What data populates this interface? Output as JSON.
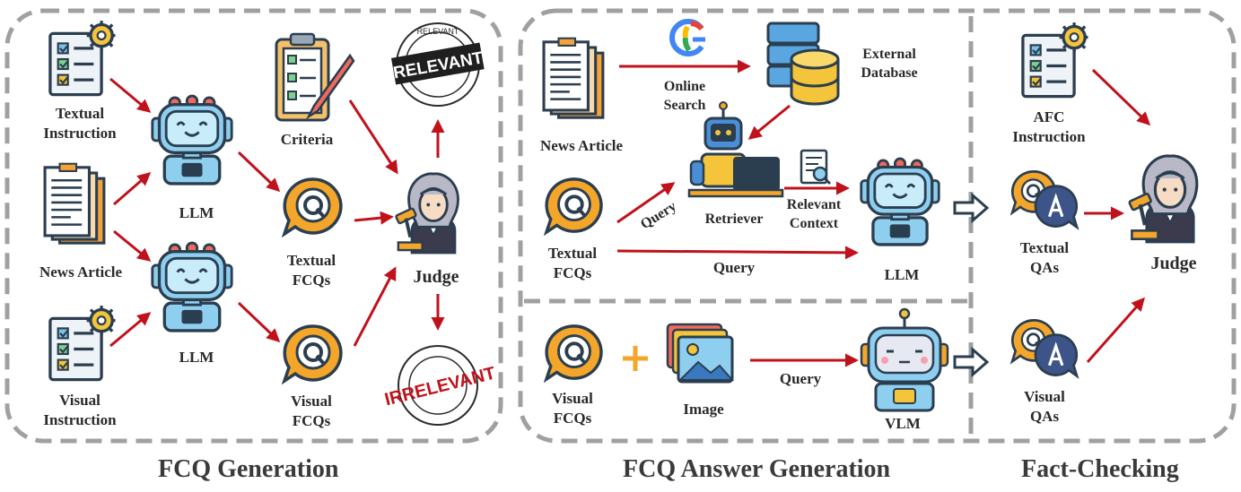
{
  "sections": {
    "generation": "FCQ Generation",
    "answer": "FCQ Answer Generation",
    "factcheck": "Fact-Checking"
  },
  "gen": {
    "textual_instruction": [
      "Textual",
      "Instruction"
    ],
    "news_article": "News Article",
    "visual_instruction": [
      "Visual",
      "Instruction"
    ],
    "llm_top": "LLM",
    "llm_bottom": "LLM",
    "criteria": "Criteria",
    "textual_fcqs": [
      "Textual",
      "FCQs"
    ],
    "visual_fcqs": [
      "Visual",
      "FCQs"
    ],
    "judge": "Judge",
    "stamp_relevant": "RELEVANT",
    "stamp_relevant_ring": "RELEVANT",
    "stamp_irrelevant": "IRRELEVANT"
  },
  "ans": {
    "news_article": "News Article",
    "online_search": [
      "Online",
      "Search"
    ],
    "external_database": [
      "External",
      "Database"
    ],
    "retriever": "Retriever",
    "relevant_context": [
      "Relevant",
      "Context"
    ],
    "textual_fcqs": [
      "Textual",
      "FCQs"
    ],
    "query_diag": "Query",
    "query_main": "Query",
    "llm": "LLM",
    "visual_fcqs": [
      "Visual",
      "FCQs"
    ],
    "image": "Image",
    "query_vlm": "Query",
    "vlm": "VLM"
  },
  "fc": {
    "afc_instruction": [
      "AFC",
      "Instruction"
    ],
    "textual_qas": [
      "Textual",
      "QAs"
    ],
    "visual_qas": [
      "Visual",
      "QAs"
    ],
    "judge": "Judge"
  },
  "icons": {
    "q_bubble": "Q",
    "a_bubble": "A",
    "ai_badge": "AI",
    "google": "G"
  },
  "colors": {
    "arrow": "#c0121c",
    "dash": "#a0a0a0",
    "robot_blue": "#8ecff0",
    "robot_dark": "#2b3e50",
    "orange": "#f4a62a",
    "navy": "#2e3f66"
  }
}
